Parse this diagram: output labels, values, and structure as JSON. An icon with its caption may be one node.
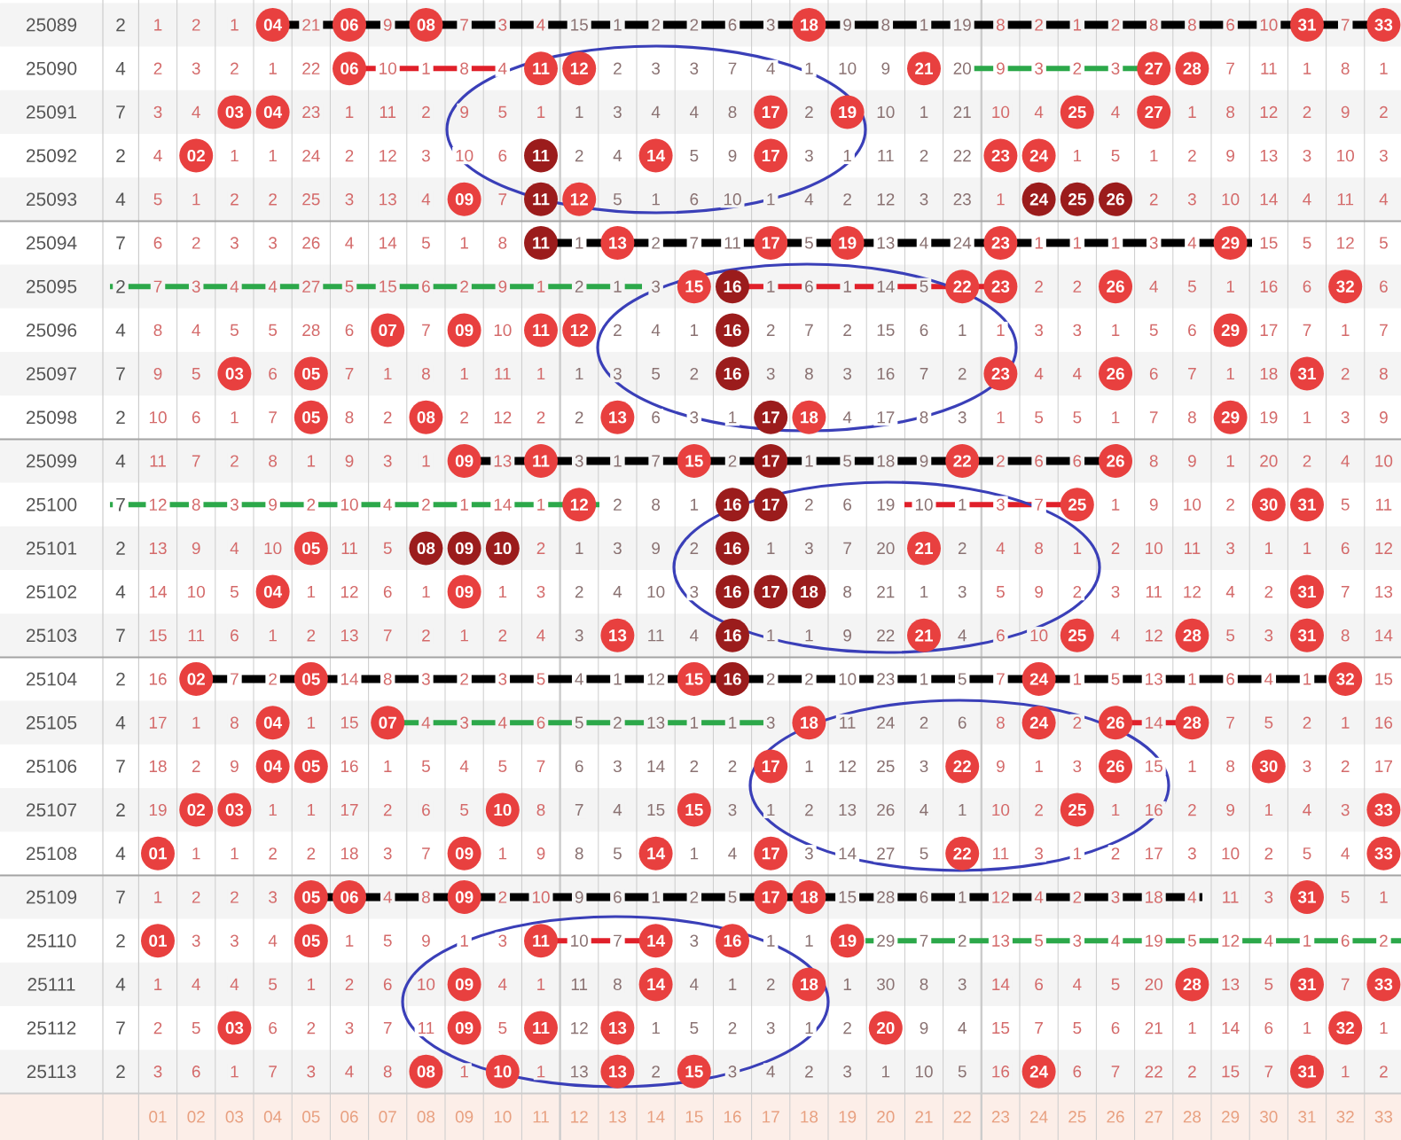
{
  "diagram": {
    "labels": [
      "25089",
      "2",
      "1",
      "2",
      "1",
      "04",
      "21",
      "06",
      "9",
      "08",
      "7",
      "3",
      "4",
      "15",
      "1",
      "2",
      "2",
      "6",
      "3",
      "18",
      "9",
      "8",
      "1",
      "19",
      "8",
      "2",
      "1",
      "2",
      "8",
      "8",
      "6",
      "10",
      "31",
      "7",
      "33",
      "25090",
      "4",
      "2",
      "3",
      "2",
      "1",
      "22",
      "06",
      "10",
      "1",
      "8",
      "4",
      "11",
      "12",
      "2",
      "3",
      "3",
      "7",
      "4",
      "1",
      "10",
      "9",
      "21",
      "20",
      "9",
      "3",
      "2",
      "3",
      "27",
      "28",
      "7",
      "11",
      "1",
      "8",
      "1",
      "25091",
      "7",
      "3",
      "4",
      "03",
      "04",
      "23",
      "1",
      "11",
      "2",
      "9",
      "5",
      "1",
      "1",
      "3",
      "4",
      "4",
      "8",
      "17",
      "2",
      "19",
      "10",
      "1",
      "21",
      "10",
      "4",
      "25",
      "4",
      "27",
      "1",
      "8",
      "12",
      "2",
      "9",
      "2",
      "25092",
      "2",
      "4",
      "02",
      "1",
      "1",
      "24",
      "2",
      "12",
      "3",
      "10",
      "6",
      "11",
      "2",
      "4",
      "14",
      "5",
      "9",
      "17",
      "3",
      "1",
      "11",
      "2",
      "22",
      "23",
      "24",
      "1",
      "5",
      "1",
      "2",
      "9",
      "13",
      "3",
      "10",
      "3",
      "25093",
      "4",
      "5",
      "1",
      "2",
      "2",
      "25",
      "3",
      "13",
      "4",
      "09",
      "7",
      "11",
      "12",
      "5",
      "1",
      "6",
      "10",
      "1",
      "4",
      "2",
      "12",
      "3",
      "23",
      "1",
      "24",
      "25",
      "26",
      "2",
      "3",
      "10",
      "14",
      "4",
      "11",
      "4",
      "25094",
      "7",
      "6",
      "2",
      "3",
      "3",
      "26",
      "4",
      "14",
      "5",
      "1",
      "8",
      "11",
      "1",
      "13",
      "2",
      "7",
      "11",
      "17",
      "5",
      "19",
      "13",
      "4",
      "24",
      "23",
      "1",
      "1",
      "1",
      "3",
      "4",
      "29",
      "15",
      "5",
      "12",
      "5",
      "25095",
      "2",
      "7",
      "3",
      "4",
      "4",
      "27",
      "5",
      "15",
      "6",
      "2",
      "9",
      "1",
      "2",
      "1",
      "3",
      "15",
      "16",
      "1",
      "6",
      "1",
      "14",
      "5",
      "22",
      "23",
      "2",
      "2",
      "26",
      "4",
      "5",
      "1",
      "16",
      "6",
      "32",
      "6",
      "25096",
      "4",
      "8",
      "4",
      "5",
      "5",
      "28",
      "6",
      "07",
      "7",
      "09",
      "10",
      "11",
      "12",
      "2",
      "4",
      "1",
      "16",
      "2",
      "7",
      "2",
      "15",
      "6",
      "1",
      "1",
      "3",
      "3",
      "1",
      "5",
      "6",
      "29",
      "17",
      "7",
      "1",
      "7",
      "25097",
      "7",
      "9",
      "5",
      "03",
      "6",
      "05",
      "7",
      "1",
      "8",
      "1",
      "11",
      "1",
      "1",
      "3",
      "5",
      "2",
      "16",
      "3",
      "8",
      "3",
      "16",
      "7",
      "2",
      "23",
      "4",
      "4",
      "26",
      "6",
      "7",
      "1",
      "18",
      "31",
      "2",
      "8",
      "25098",
      "2",
      "10",
      "6",
      "1",
      "7",
      "05",
      "8",
      "2",
      "08",
      "2",
      "12",
      "2",
      "2",
      "13",
      "6",
      "3",
      "1",
      "17",
      "18",
      "4",
      "17",
      "8",
      "3",
      "1",
      "5",
      "5",
      "1",
      "7",
      "8",
      "29",
      "19",
      "1",
      "3",
      "9",
      "25099",
      "4",
      "11",
      "7",
      "2",
      "8",
      "1",
      "9",
      "3",
      "1",
      "09",
      "13",
      "11",
      "3",
      "1",
      "7",
      "15",
      "2",
      "17",
      "1",
      "5",
      "18",
      "9",
      "22",
      "2",
      "6",
      "6",
      "26",
      "8",
      "9",
      "1",
      "20",
      "2",
      "4",
      "10",
      "25100",
      "7",
      "12",
      "8",
      "3",
      "9",
      "2",
      "10",
      "4",
      "2",
      "1",
      "14",
      "1",
      "12",
      "2",
      "8",
      "1",
      "16",
      "17",
      "2",
      "6",
      "19",
      "10",
      "1",
      "3",
      "7",
      "25",
      "1",
      "9",
      "10",
      "2",
      "30",
      "31",
      "5",
      "11",
      "25101",
      "2",
      "13",
      "9",
      "4",
      "10",
      "05",
      "11",
      "5",
      "08",
      "09",
      "10",
      "2",
      "1",
      "3",
      "9",
      "2",
      "16",
      "1",
      "3",
      "7",
      "20",
      "21",
      "2",
      "4",
      "8",
      "1",
      "2",
      "10",
      "11",
      "3",
      "1",
      "1",
      "6",
      "12",
      "25102",
      "4",
      "14",
      "10",
      "5",
      "04",
      "1",
      "12",
      "6",
      "1",
      "09",
      "1",
      "3",
      "2",
      "4",
      "10",
      "3",
      "16",
      "17",
      "18",
      "8",
      "21",
      "1",
      "3",
      "5",
      "9",
      "2",
      "3",
      "11",
      "12",
      "4",
      "2",
      "31",
      "7",
      "13",
      "25103",
      "7",
      "15",
      "11",
      "6",
      "1",
      "2",
      "13",
      "7",
      "2",
      "1",
      "2",
      "4",
      "3",
      "13",
      "11",
      "4",
      "16",
      "1",
      "1",
      "9",
      "22",
      "21",
      "4",
      "6",
      "10",
      "25",
      "4",
      "12",
      "28",
      "5",
      "3",
      "31",
      "8",
      "14",
      "25104",
      "2",
      "16",
      "02",
      "7",
      "2",
      "05",
      "14",
      "8",
      "3",
      "2",
      "3",
      "5",
      "4",
      "1",
      "12",
      "15",
      "16",
      "2",
      "2",
      "10",
      "23",
      "1",
      "5",
      "7",
      "24",
      "1",
      "5",
      "13",
      "1",
      "6",
      "4",
      "1",
      "32",
      "15",
      "25105",
      "4",
      "17",
      "1",
      "8",
      "04",
      "1",
      "15",
      "07",
      "4",
      "3",
      "4",
      "6",
      "5",
      "2",
      "13",
      "1",
      "1",
      "3",
      "18",
      "11",
      "24",
      "2",
      "6",
      "8",
      "24",
      "2",
      "26",
      "14",
      "28",
      "7",
      "5",
      "2",
      "1",
      "16",
      "25106",
      "7",
      "18",
      "2",
      "9",
      "04",
      "05",
      "16",
      "1",
      "5",
      "4",
      "5",
      "7",
      "6",
      "3",
      "14",
      "2",
      "2",
      "17",
      "1",
      "12",
      "25",
      "3",
      "22",
      "9",
      "1",
      "3",
      "26",
      "15",
      "1",
      "8",
      "30",
      "3",
      "2",
      "17",
      "25107",
      "2",
      "19",
      "02",
      "03",
      "1",
      "1",
      "17",
      "2",
      "6",
      "5",
      "10",
      "8",
      "7",
      "4",
      "15",
      "15",
      "3",
      "1",
      "2",
      "13",
      "26",
      "4",
      "1",
      "10",
      "2",
      "25",
      "1",
      "16",
      "2",
      "9",
      "1",
      "4",
      "3",
      "33",
      "25108",
      "4",
      "01",
      "1",
      "1",
      "2",
      "2",
      "18",
      "3",
      "7",
      "09",
      "1",
      "9",
      "8",
      "5",
      "14",
      "1",
      "4",
      "17",
      "3",
      "14",
      "27",
      "5",
      "22",
      "11",
      "3",
      "1",
      "2",
      "17",
      "3",
      "10",
      "2",
      "5",
      "4",
      "33",
      "25109",
      "7",
      "1",
      "2",
      "2",
      "3",
      "05",
      "06",
      "4",
      "8",
      "09",
      "2",
      "10",
      "9",
      "6",
      "1",
      "2",
      "5",
      "17",
      "18",
      "15",
      "28",
      "6",
      "1",
      "12",
      "4",
      "2",
      "3",
      "18",
      "4",
      "11",
      "3",
      "31",
      "5",
      "1",
      "25110",
      "2",
      "01",
      "3",
      "3",
      "4",
      "05",
      "1",
      "5",
      "9",
      "1",
      "3",
      "11",
      "10",
      "7",
      "14",
      "3",
      "16",
      "1",
      "1",
      "19",
      "29",
      "7",
      "2",
      "13",
      "5",
      "3",
      "4",
      "19",
      "5",
      "12",
      "4",
      "1",
      "6",
      "2",
      "25111",
      "4",
      "1",
      "4",
      "4",
      "5",
      "1",
      "2",
      "6",
      "10",
      "09",
      "4",
      "1",
      "11",
      "8",
      "14",
      "4",
      "1",
      "2",
      "18",
      "1",
      "30",
      "8",
      "3",
      "14",
      "6",
      "4",
      "5",
      "20",
      "28",
      "13",
      "5",
      "31",
      "7",
      "33",
      "25112",
      "7",
      "2",
      "5",
      "03",
      "6",
      "2",
      "3",
      "7",
      "11",
      "09",
      "5",
      "11",
      "12",
      "13",
      "1",
      "5",
      "2",
      "3",
      "1",
      "2",
      "20",
      "9",
      "4",
      "15",
      "7",
      "5",
      "6",
      "21",
      "1",
      "14",
      "6",
      "1",
      "32",
      "1",
      "25113",
      "2",
      "3",
      "6",
      "1",
      "7",
      "3",
      "4",
      "8",
      "08",
      "1",
      "10",
      "1",
      "13",
      "13",
      "2",
      "15",
      "3",
      "4",
      "2",
      "3",
      "1",
      "10",
      "5",
      "16",
      "24",
      "6",
      "7",
      "22",
      "2",
      "15",
      "7",
      "31",
      "1",
      "2",
      "01",
      "02",
      "03",
      "04",
      "05",
      "06",
      "07",
      "08",
      "09",
      "10",
      "11",
      "12",
      "13",
      "14",
      "15",
      "16",
      "17",
      "18",
      "19",
      "20",
      "21",
      "22",
      "23",
      "24",
      "25",
      "26",
      "27",
      "28",
      "29",
      "30",
      "31",
      "32",
      "33"
    ]
  }
}
